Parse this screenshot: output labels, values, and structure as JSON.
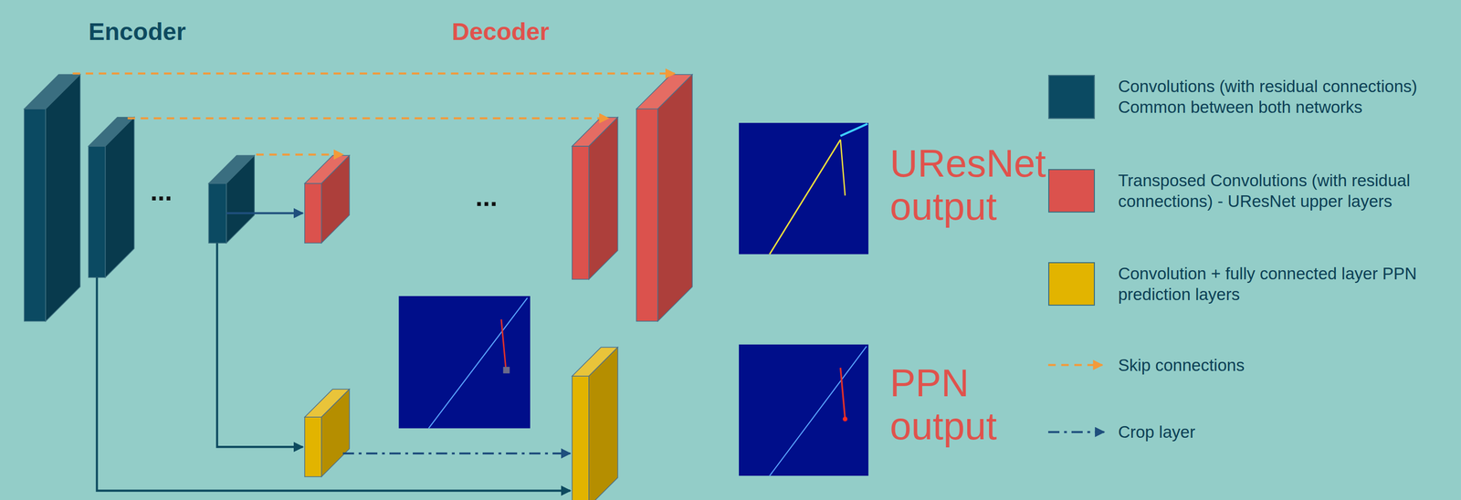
{
  "diagram": {
    "labels": [
      "Encoder",
      "Decoder",
      "...",
      "...",
      "UResNet output",
      "PPN output"
    ],
    "legend": [
      {
        "text": "Convolutions (with residual connections) Common between both networks",
        "color": "#0b4a62"
      },
      {
        "text": "Transposed Convolutions (with residual connections) - UResNet upper layers",
        "color": "#db524d"
      },
      {
        "text": "Convolution + fully connected layer PPN prediction layers",
        "color": "#e2b400"
      },
      {
        "text": "Skip connections"
      },
      {
        "text": "Crop layer"
      }
    ]
  }
}
